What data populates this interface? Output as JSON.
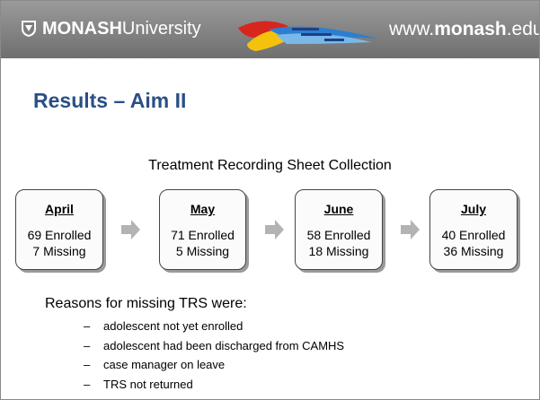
{
  "header": {
    "logo_main": "MONASH",
    "logo_sub": "University",
    "url_prefix": "www.",
    "url_brand": "monash",
    "url_suffix": ".edu"
  },
  "slide": {
    "title": "Results – Aim II",
    "subtitle": "Treatment Recording Sheet Collection"
  },
  "months": [
    {
      "month": "April",
      "enrolled": "69 Enrolled",
      "missing": "7 Missing"
    },
    {
      "month": "May",
      "enrolled": "71 Enrolled",
      "missing": "5 Missing"
    },
    {
      "month": "June",
      "enrolled": "58 Enrolled",
      "missing": "18 Missing"
    },
    {
      "month": "July",
      "enrolled": "40 Enrolled",
      "missing": "36 Missing"
    }
  ],
  "reasons": {
    "heading": "Reasons for missing TRS were:",
    "items": [
      "adolescent not yet enrolled",
      "adolescent had been discharged from CAMHS",
      "case manager on leave",
      "TRS not returned"
    ],
    "bullet": "–"
  }
}
